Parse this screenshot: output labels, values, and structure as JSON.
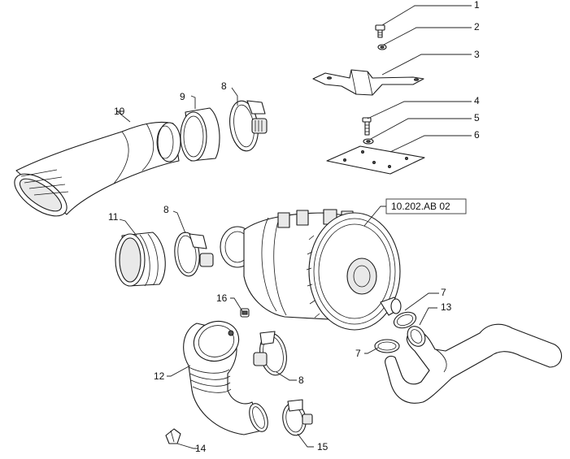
{
  "diagram": {
    "reference_label": "10.202.AB 02",
    "callouts": {
      "c1": "1",
      "c2": "2",
      "c3": "3",
      "c4": "4",
      "c5": "5",
      "c6": "6",
      "c7a": "7",
      "c7b": "7",
      "c8a": "8",
      "c8b": "8",
      "c8c": "8",
      "c9": "9",
      "c10": "10",
      "c11": "11",
      "c12": "12",
      "c13": "13",
      "c14": "14",
      "c15": "15",
      "c16": "16"
    }
  }
}
